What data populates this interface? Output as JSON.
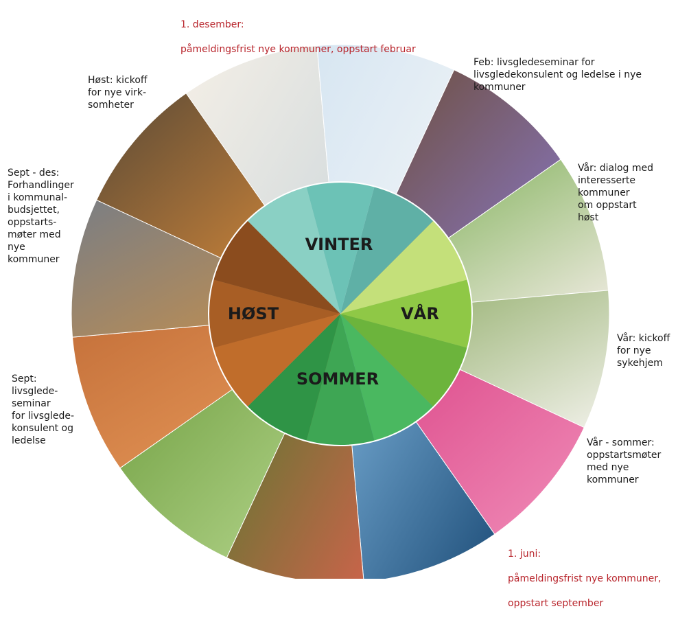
{
  "seasons": {
    "winter": "VINTER",
    "spring": "VÅR",
    "summer": "SOMMER",
    "autumn": "HØST"
  },
  "annotations": {
    "dec_deadline": {
      "line1": "1. desember:",
      "line2": "påmeldingsfrist nye kommuner, oppstart februar"
    },
    "feb_seminar": "Feb: livsgledeseminar for\nlivsgledekonsulent og ledelse i nye\nkommuner",
    "spring_dialog": "Vår: dialog med\ninteresserte\nkommuner\nom oppstart\nhøst",
    "spring_kickoff": "Vår: kickoff\nfor nye\nsykehjem",
    "spring_summer_meetings": "Vår - sommer:\noppstartsmøter\nmed nye kommuner",
    "june_deadline": {
      "line1": "1. juni:",
      "line2": "påmeldingsfrist nye kommuner,",
      "line3": "oppstart september"
    },
    "sept_seminar": "Sept:\nlivsglede-\nseminar\nfor livsglede-\nkonsulent og\nledelse",
    "sept_dec_negotiations": "Sept - des:\nForhandlinger\ni kommunal-\nbudsjettet,\noppstarts-\nmøter med\nnye\nkommuner",
    "autumn_kickoff": "Høst: kickoff\nfor nye virk-\nsomheter"
  },
  "colors": {
    "deadline_text": "#b8242b",
    "winter": [
      "#8ad0c4",
      "#6cc2b6",
      "#5fb0a6"
    ],
    "spring": [
      "#c4e07a",
      "#8fc846",
      "#6cb43c"
    ],
    "summer": [
      "#4ab860",
      "#3ea654",
      "#2f9446"
    ],
    "autumn": [
      "#8b4c1e",
      "#a85e25",
      "#c06d2b"
    ]
  },
  "photos": [
    {
      "name": "snowballs-photo",
      "colors": [
        "#f4efe6",
        "#cfd8dc"
      ]
    },
    {
      "name": "ski-tracks-photo",
      "colors": [
        "#d7e6f2",
        "#f2f5f7"
      ]
    },
    {
      "name": "hepatica-flower-photo",
      "colors": [
        "#6b4a2e",
        "#8b7bd0"
      ]
    },
    {
      "name": "sheep-photo",
      "colors": [
        "#6fa844",
        "#eeeae0"
      ]
    },
    {
      "name": "anemones-photo",
      "colors": [
        "#8aa860",
        "#f0f0e8"
      ]
    },
    {
      "name": "bumblebee-photo",
      "colors": [
        "#d83c80",
        "#f08cb8"
      ]
    },
    {
      "name": "sea-photo",
      "colors": [
        "#7fb4dc",
        "#1f4f7a"
      ]
    },
    {
      "name": "apple-picking-photo",
      "colors": [
        "#4c7a2c",
        "#c8644a"
      ]
    },
    {
      "name": "blueberry-photo",
      "colors": [
        "#6a9a3a",
        "#b8d890"
      ]
    },
    {
      "name": "autumn-heather-photo",
      "colors": [
        "#c4703a",
        "#e89a5a"
      ]
    },
    {
      "name": "pigeons-bench-photo",
      "colors": [
        "#7a7e84",
        "#c8904a"
      ]
    },
    {
      "name": "campfire-photo",
      "colors": [
        "#5a4a36",
        "#e8923a"
      ]
    }
  ]
}
